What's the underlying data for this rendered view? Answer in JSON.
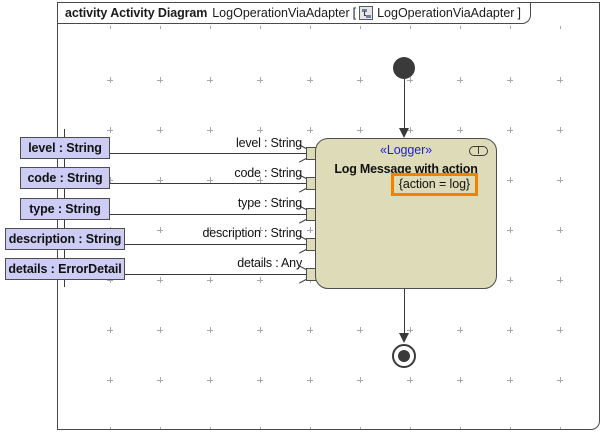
{
  "frame": {
    "keyword": "activity Activity Diagram",
    "name": "LogOperationViaAdapter",
    "bracket_open": "[",
    "bracket_close": "]",
    "icon": "activity-diagram-icon",
    "qualified_name": "LogOperationViaAdapter"
  },
  "action": {
    "stereotype": "«Logger»",
    "name": "Log Message with action",
    "constraint": "{action = log}",
    "badge_icon": "behavior-pill-icon",
    "fill_color": "#dedcb8",
    "border_color": "#4d4d4d",
    "stereotype_color": "#2222cc",
    "constraint_border_color": "#f08200"
  },
  "nodes": {
    "initial": "initial-node",
    "final": "activity-final-node"
  },
  "object_nodes": [
    {
      "label": "level : String",
      "fill": "#ccccf4"
    },
    {
      "label": "code : String",
      "fill": "#ccccf4"
    },
    {
      "label": "type : String",
      "fill": "#ccccf4"
    },
    {
      "label": "description : String",
      "fill": "#ccccf4"
    },
    {
      "label": "details : ErrorDetail",
      "fill": "#ccccf4"
    }
  ],
  "edge_labels": [
    "level : String",
    "code : String",
    "type : String",
    "description : String",
    "details : Any"
  ]
}
